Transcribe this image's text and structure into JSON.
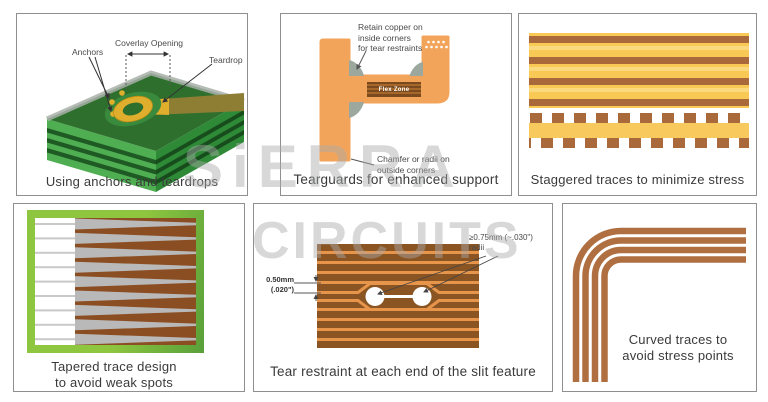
{
  "watermark": {
    "line1": "SiERRA",
    "line2": "CIRCUITS"
  },
  "panels": [
    {
      "caption": "Using anchors and teardrops",
      "label_anchors": "Anchors",
      "label_coverlay": "Coverlay Opening",
      "label_teardrop": "Teardrop"
    },
    {
      "caption": "Tearguards for enhanced support",
      "annotation_top": "Retain copper on\ninside corners\nfor tear restraints",
      "annotation_bottom": "Chamfer or radii on\noutside corners",
      "flex_zone_label": "Flex Zone"
    },
    {
      "caption": "Staggered traces to minimize stress"
    },
    {
      "caption": "Tapered trace design\nto avoid weak spots"
    },
    {
      "caption": "Tear restraint at each end of the slit feature",
      "dim_left": "0.50mm\n(.020\")",
      "dim_right": "≥0.75mm (~.030\")\nradii"
    },
    {
      "caption": "Curved traces to\navoid stress points"
    }
  ],
  "colors": {
    "copper_orange": "#f3a45b",
    "copper_brown": "#8a5522",
    "stripe_orange": "#e8954c",
    "trace_brown": "#a9693a",
    "curve_brown": "#af6f41",
    "yellow": "#f8c95c",
    "yellow_light": "#fbd97e",
    "pcb_green_dark": "#2e6f2e",
    "pcb_green_light": "#4fae52",
    "pcb_green_side": "#2f8a37",
    "layer_gap_green": "#1f5a24",
    "lime_green": "#8fc63f",
    "fillet_gray": "#9ca79d",
    "gold": "#dfae2c",
    "olive_trace": "#8e7e33",
    "flexzone_brown": "#7a4a1e",
    "taper_gray": "#b9b9b9",
    "white": "#ffffff"
  }
}
